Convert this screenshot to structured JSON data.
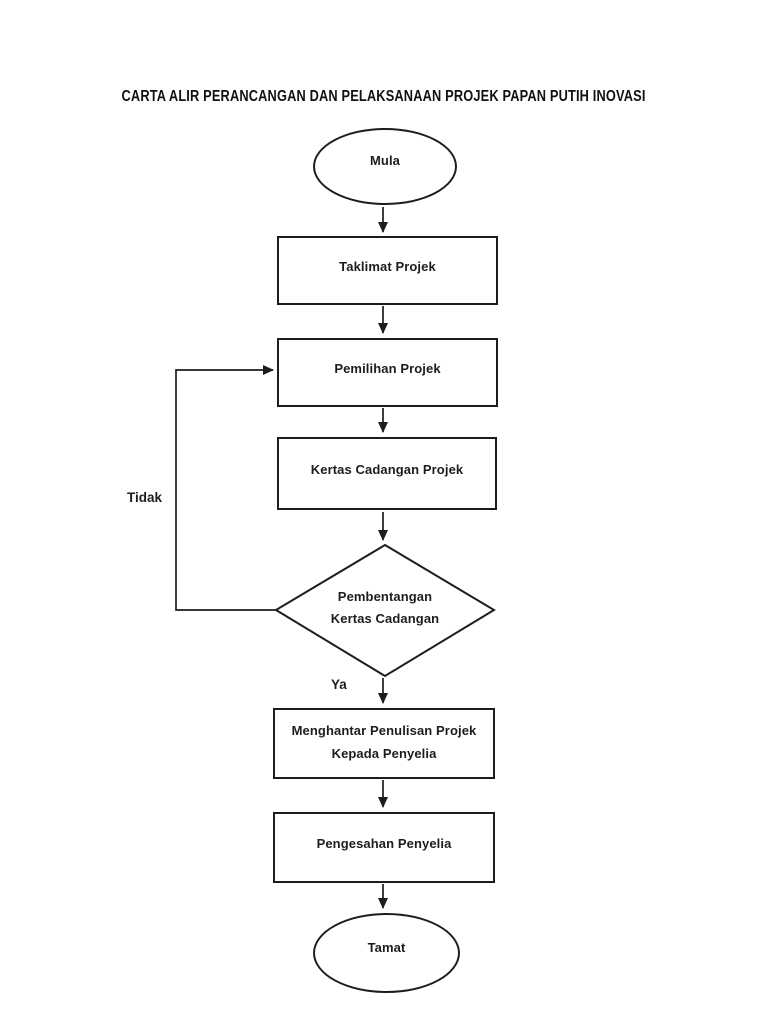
{
  "page": {
    "title": "CARTA ALIR PERANCANGAN DAN PELAKSANAAN PROJEK PAPAN PUTIH INOVASI"
  },
  "colors": {
    "stroke": "#1d1d1d",
    "background": "#ffffff"
  },
  "flowchart": {
    "nodes": [
      {
        "id": "mula",
        "type": "ellipse",
        "label": "Mula"
      },
      {
        "id": "taklimat-projek",
        "type": "rect",
        "label": "Taklimat Projek"
      },
      {
        "id": "pemilihan-projek",
        "type": "rect",
        "label": "Pemilihan Projek"
      },
      {
        "id": "kertas-cadangan-projek",
        "type": "rect",
        "label": "Kertas Cadangan Projek"
      },
      {
        "id": "pembentangan-kertas-cadangan",
        "type": "diamond",
        "label_line1": "Pembentangan",
        "label_line2": "Kertas Cadangan"
      },
      {
        "id": "menghantar-penulisan",
        "type": "rect",
        "label_line1": "Menghantar Penulisan Projek",
        "label_line2": "Kepada Penyelia"
      },
      {
        "id": "pengesahan-penyelia",
        "type": "rect",
        "label": "Pengesahan Penyelia"
      },
      {
        "id": "tamat",
        "type": "ellipse",
        "label": "Tamat"
      }
    ],
    "edge_labels": {
      "tidak": "Tidak",
      "ya": "Ya"
    }
  }
}
